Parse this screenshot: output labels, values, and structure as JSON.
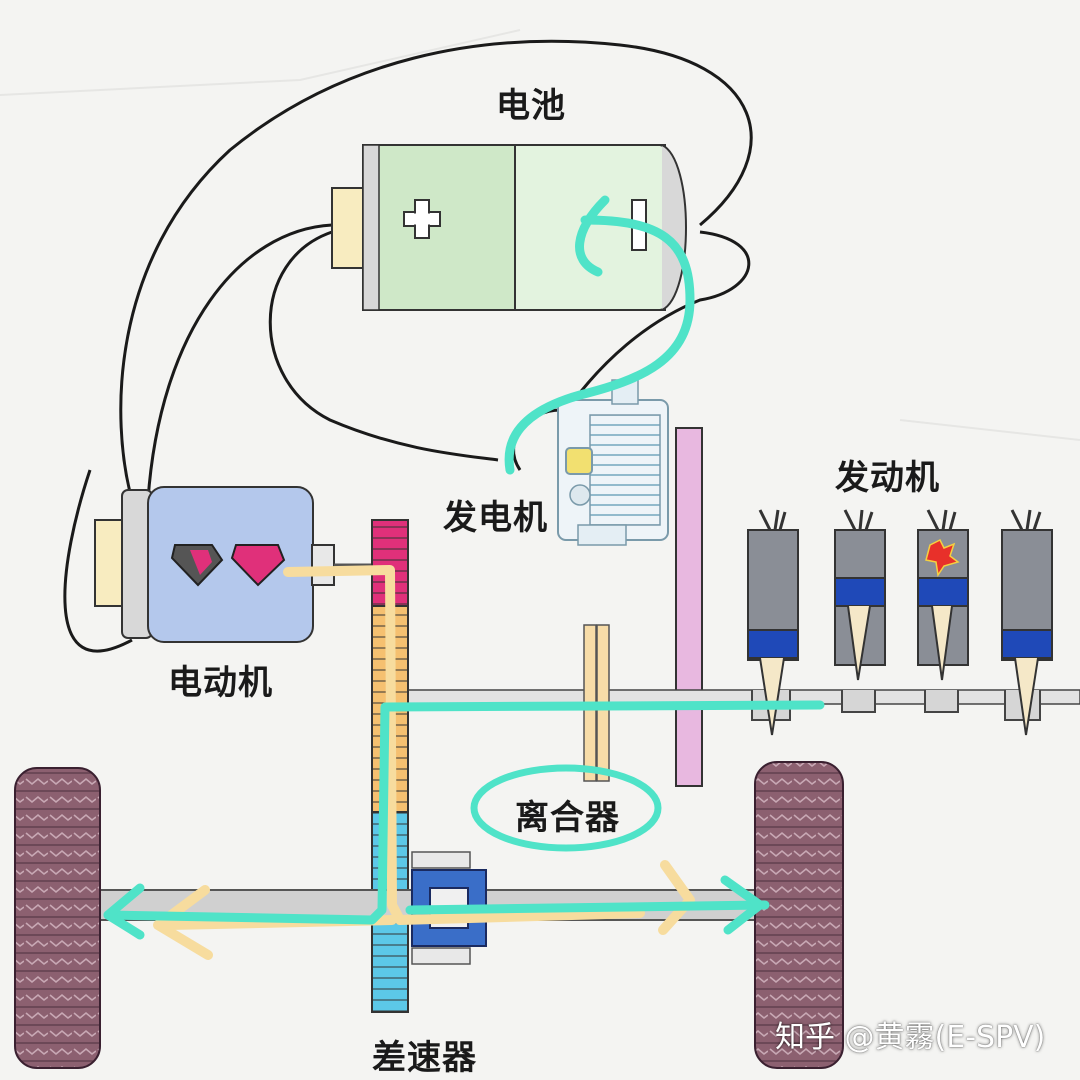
{
  "labels": {
    "battery": "电池",
    "generator": "发电机",
    "engine": "发动机",
    "motor": "电动机",
    "clutch": "离合器",
    "differential": "差速器"
  },
  "battery_signs": {
    "positive": "+",
    "negative": "−"
  },
  "watermark": "知乎 @黄霧(E-SPV)",
  "colors": {
    "background": "#f4f4f2",
    "battery_fill": "#cfe8c8",
    "battery_fill_light": "#e3f3df",
    "motor_body": "#b4c8ec",
    "gear_top": "#e0307a",
    "gear_mid": "#f5c070",
    "gear_bottom": "#5cc8e8",
    "clutch_plate": "#f7dca8",
    "flywheel": "#e8b8e0",
    "cylinder": "#8a8e96",
    "piston": "#1f49b8",
    "tire": "#8c6070",
    "arrow_cyan": "#4fe3c8",
    "arrow_yellow": "#f7dc9e",
    "wire": "#1a1a1a"
  }
}
